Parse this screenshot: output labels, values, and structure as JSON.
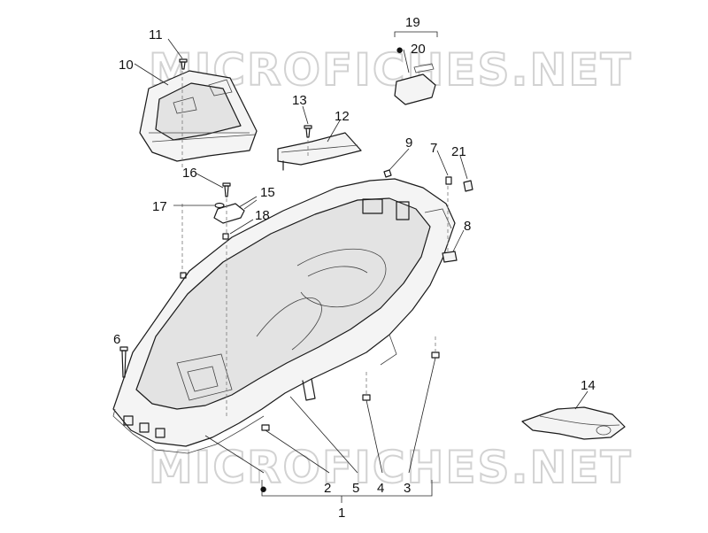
{
  "watermark": {
    "top": "MICROFICHES.NET",
    "bottom": "MICROFICHES.NET"
  },
  "callouts": {
    "c1": "1",
    "c2": "2",
    "c3": "3",
    "c4": "4",
    "c5": "5",
    "c6": "6",
    "c7": "7",
    "c8": "8",
    "c9": "9",
    "c10": "10",
    "c11": "11",
    "c12": "12",
    "c13": "13",
    "c14": "14",
    "c15": "15",
    "c16": "16",
    "c17": "17",
    "c18": "18",
    "c19": "19",
    "c20": "20",
    "c21": "21"
  },
  "markers": {
    "kit_marker": "●",
    "group_marker": "●"
  }
}
